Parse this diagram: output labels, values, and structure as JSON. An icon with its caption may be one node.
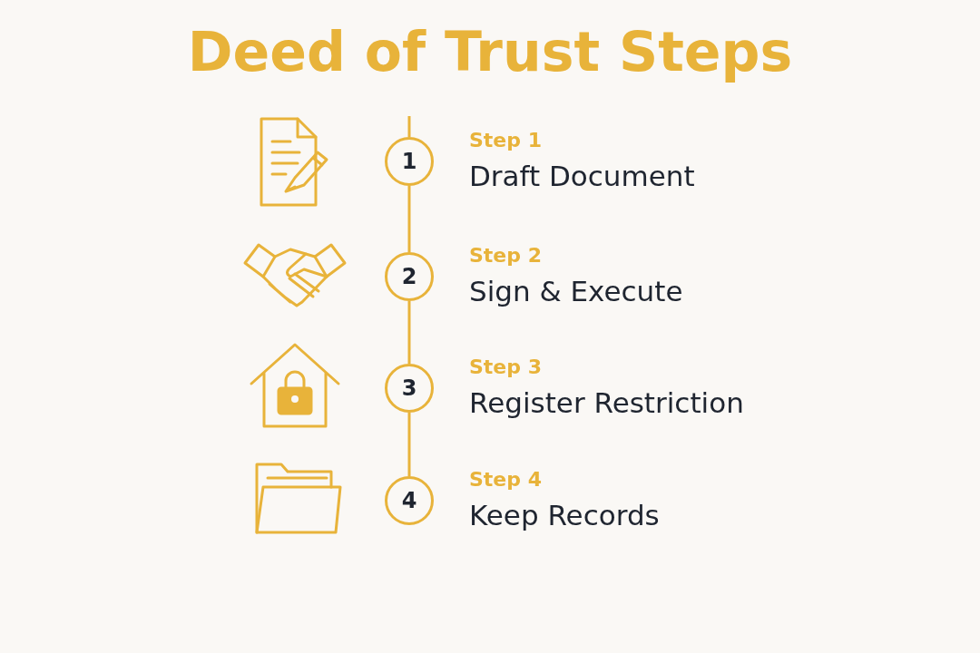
{
  "diagram": {
    "title": "Deed of Trust Steps",
    "nodes": [
      {
        "text": [
          "1"
        ],
        "beside": [
          "Step 1",
          "Draft Document"
        ]
      },
      {
        "text": [
          "2"
        ],
        "beside": [
          "Step 2",
          "Sign & Execute"
        ]
      },
      {
        "text": [
          "3"
        ],
        "beside": [
          "Step 3",
          "Register Restriction"
        ]
      },
      {
        "text": [
          "4"
        ],
        "beside": [
          "Step 4",
          "Keep Records"
        ]
      }
    ],
    "edges": [
      {
        "from": null,
        "to": 0,
        "arrow": "none"
      },
      {
        "from": 0,
        "to": 1,
        "arrow": "none"
      },
      {
        "from": 1,
        "to": 2,
        "arrow": "none"
      },
      {
        "from": 2,
        "to": 3,
        "arrow": "none"
      }
    ]
  }
}
